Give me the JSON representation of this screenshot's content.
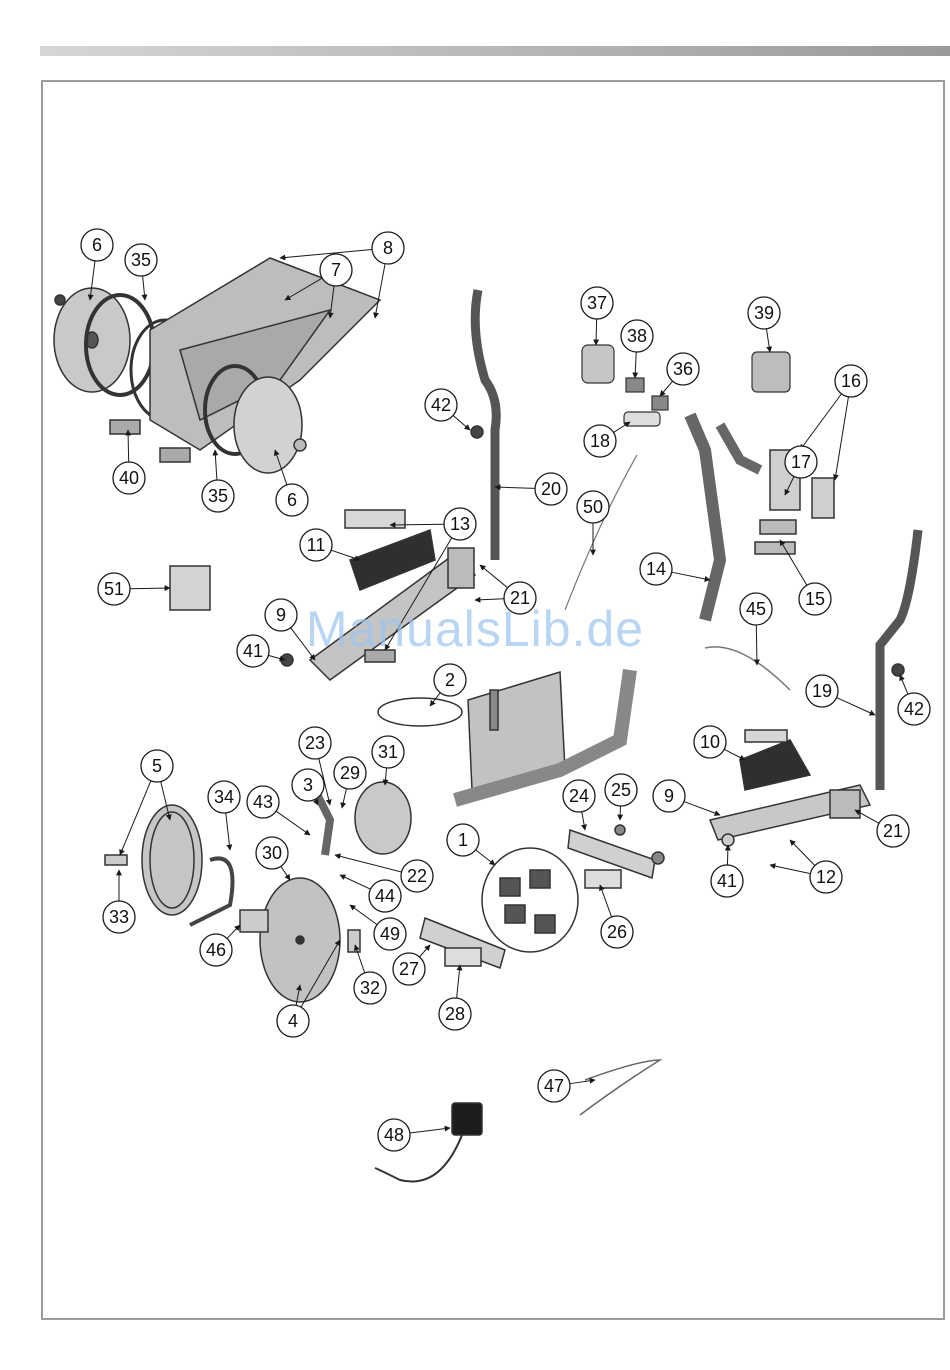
{
  "watermark": "ManualsLib.de",
  "callouts": [
    "6",
    "35",
    "8",
    "7",
    "42",
    "20",
    "37",
    "38",
    "36",
    "39",
    "18",
    "16",
    "17",
    "40",
    "35",
    "6",
    "11",
    "13",
    "50",
    "14",
    "15",
    "51",
    "21",
    "9",
    "41",
    "2",
    "45",
    "19",
    "42",
    "23",
    "31",
    "3",
    "29",
    "43",
    "10",
    "25",
    "24",
    "5",
    "34",
    "30",
    "22",
    "1",
    "9",
    "21",
    "44",
    "33",
    "49",
    "41",
    "12",
    "46",
    "26",
    "27",
    "32",
    "4",
    "28",
    "47",
    "48"
  ],
  "colors": {
    "ink": "#1a1a1a",
    "part": "#b9b9b9",
    "dark": "#2f2f2f",
    "frame": "#9b9b9b"
  }
}
